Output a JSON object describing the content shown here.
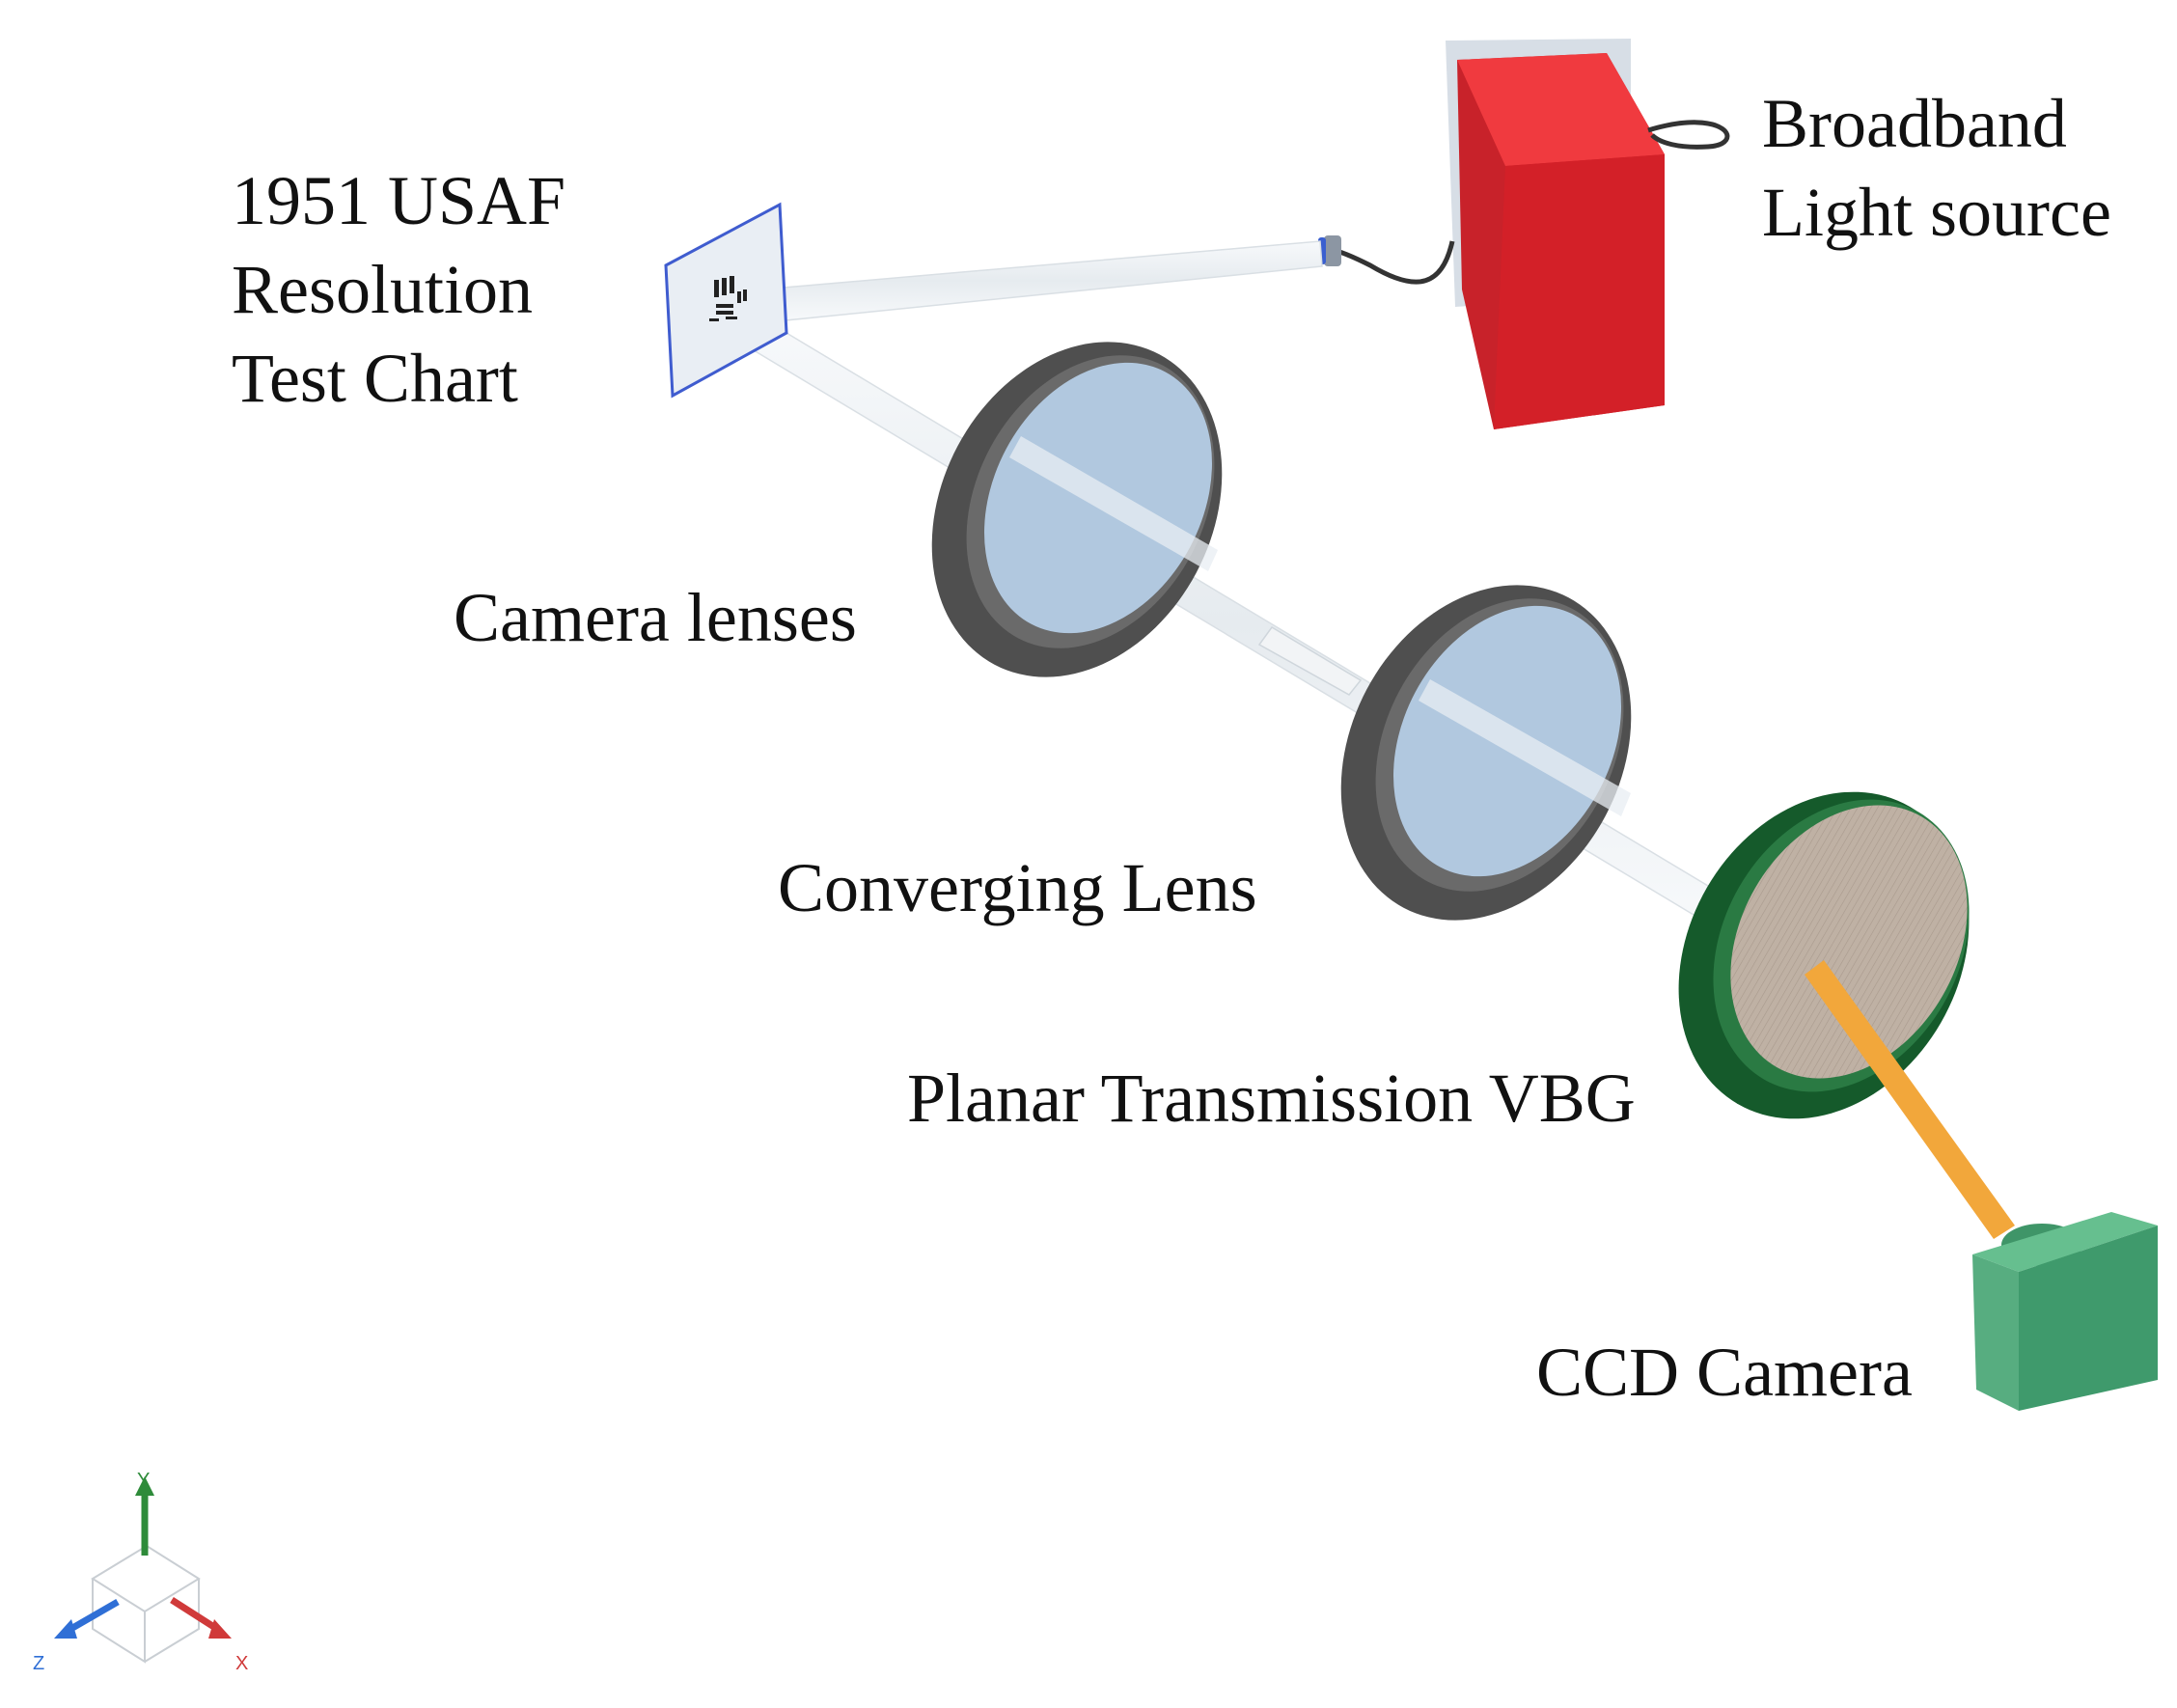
{
  "colors": {
    "background": "#ffffff",
    "light_source": "#e8232b",
    "light_source_shadow": "#c81d24",
    "lens_rim": "#5a5a5a",
    "lens_glass": "#b9d3ec",
    "vbg_rim": "#1e6b35",
    "vbg_face": "#b8a89a",
    "diffracted_beam": "#f2a73b",
    "ccd_camera": "#4ea77a",
    "beam": "#eef2f5",
    "axis_y": "#2e8b3a",
    "axis_x": "#d03a3a",
    "axis_z": "#2f6fd6"
  },
  "labels": {
    "light_source": [
      "Broadband",
      "Light source"
    ],
    "test_chart": [
      "1951 USAF",
      "Resolution",
      "Test Chart"
    ],
    "camera_lenses": "Camera lenses",
    "converging_lens": "Converging Lens",
    "vbg": "Planar Transmission VBG",
    "ccd_camera": "CCD Camera"
  },
  "triad": {
    "y": "Y",
    "x": "X",
    "z": "Z"
  },
  "icons": {
    "light_source": "red-box-light-source-icon",
    "test_chart": "usaf-resolution-target-icon",
    "lens": "lens-icon",
    "vbg": "grating-disc-icon",
    "camera": "ccd-camera-icon",
    "triad": "coordinate-triad-icon"
  }
}
